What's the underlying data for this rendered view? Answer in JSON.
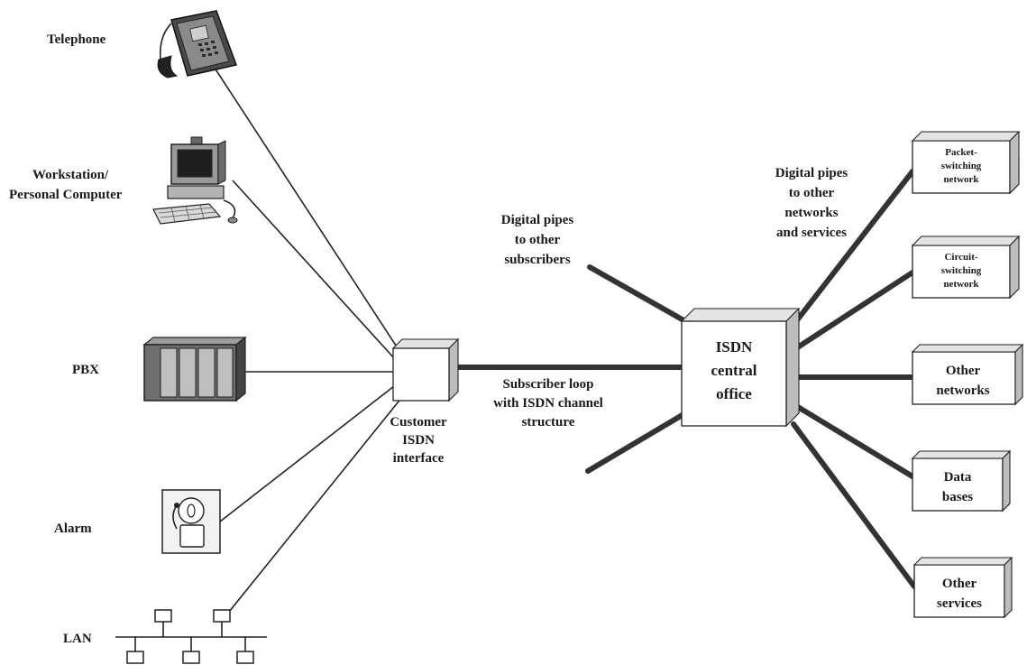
{
  "devices": {
    "telephone": "Telephone",
    "workstation": [
      "Workstation/",
      "Personal Computer"
    ],
    "pbx": "PBX",
    "alarm": "Alarm",
    "lan": "LAN"
  },
  "customer_interface": [
    "Customer",
    "ISDN",
    "interface"
  ],
  "subscriber_loop": [
    "Subscriber loop",
    "with ISDN channel",
    "structure"
  ],
  "digital_pipes_subscribers": [
    "Digital pipes",
    "to other",
    "subscribers"
  ],
  "central_office": [
    "ISDN",
    "central",
    "office"
  ],
  "digital_pipes_networks": [
    "Digital pipes",
    "to other",
    "networks",
    "and services"
  ],
  "targets": {
    "packet": [
      "Packet-",
      "switching",
      "network"
    ],
    "circuit": [
      "Circuit-",
      "switching",
      "network"
    ],
    "other_networks": [
      "Other",
      "networks"
    ],
    "databases": [
      "Data",
      "bases"
    ],
    "other_services": [
      "Other",
      "services"
    ]
  }
}
